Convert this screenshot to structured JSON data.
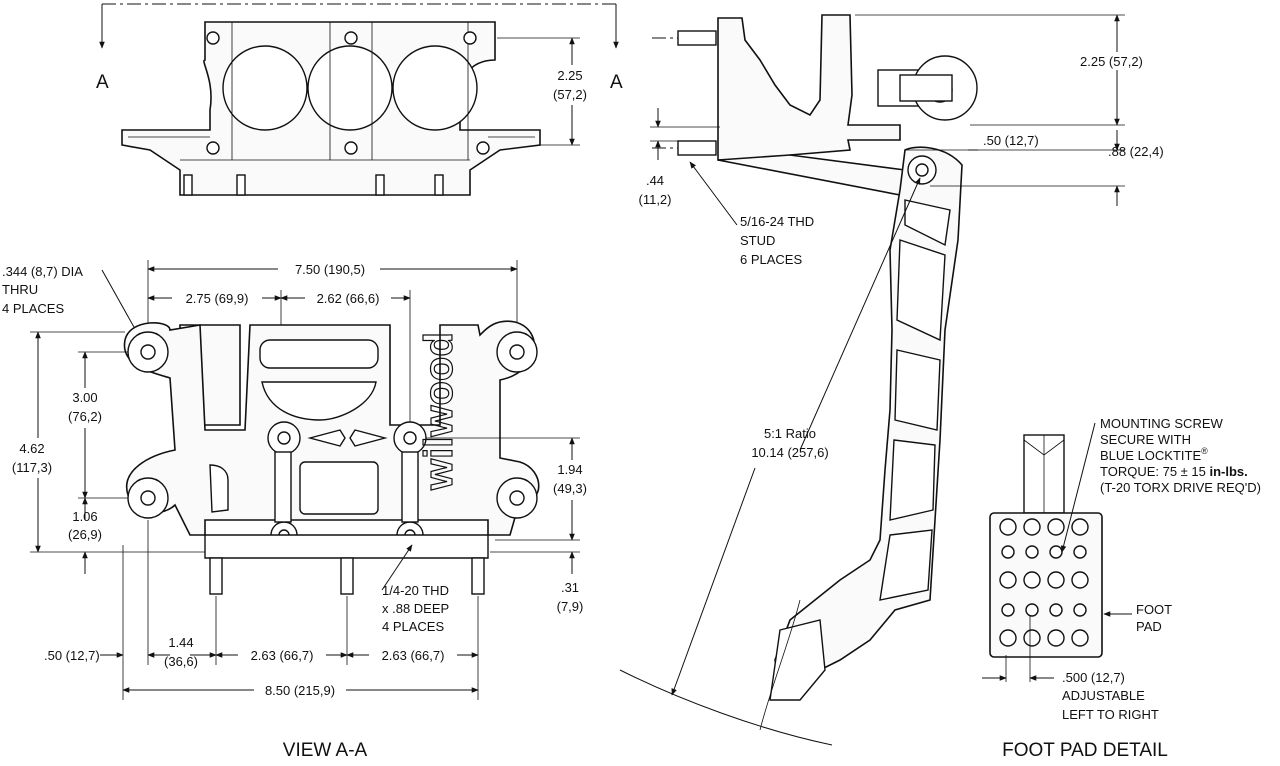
{
  "views": {
    "section_arrow_left": "A",
    "section_arrow_right": "A",
    "view_aa_title": "VIEW A-A",
    "foot_pad_title": "FOOT PAD DETAIL"
  },
  "top_view": {
    "height_dim": "2.25\n(57,2)"
  },
  "plan_view": {
    "hole_dia_note": [
      ".344 (8,7) DIA",
      "THRU",
      "4 PLACES"
    ],
    "overall_width_dim": "7.50 (190,5)",
    "center_offset_dim": "2.75 (69,9)",
    "slot_spacing_dim": "2.62 (66,6)",
    "hole_spacing_dim": [
      "3.00",
      "(76,2)"
    ],
    "overall_height_dim": [
      "4.62",
      "(117,3)"
    ],
    "lower_offset_dim": [
      "1.06",
      "(26,9)"
    ],
    "right_height_dim": [
      "1.94",
      "(49,3)"
    ],
    "stud_height_dim": [
      ".31",
      "(7,9)"
    ],
    "thread_note": [
      "1/4-20 THD",
      "x .88 DEEP",
      "4 PLACES"
    ],
    "left_edge_dim": ".50 (12,7)",
    "first_stud_dim": [
      "1.44",
      "(36,6)"
    ],
    "stud_spacing_1": "2.63 (66,7)",
    "stud_spacing_2": "2.63 (66,7)",
    "base_width_dim": "8.50 (215,9)",
    "brand_mark": "wilwood"
  },
  "side_view": {
    "top_height_dim": "2.25 (57,2)",
    "pivot_offset_dim": ".50 (12,7)",
    "pivot_height_dim": ".88 (22,4)",
    "stud_offset_dim": [
      ".44",
      "(11,2)"
    ],
    "stud_note": [
      "5/16-24 THD",
      "STUD",
      "6 PLACES"
    ],
    "ratio_note": [
      "5:1 Ratio",
      "10.14 (257,6)"
    ]
  },
  "foot_pad": {
    "mounting_note": [
      "MOUNTING SCREW",
      "SECURE WITH",
      "BLUE LOCKTITE",
      "TORQUE: 75 ± 15 ",
      "in-lbs.",
      "(T-20 TORX DRIVE REQ'D)"
    ],
    "registered": "®",
    "pad_label": [
      "FOOT",
      "PAD"
    ],
    "adjust_note": [
      ".500 (12,7)",
      "ADJUSTABLE",
      "LEFT TO RIGHT"
    ]
  }
}
